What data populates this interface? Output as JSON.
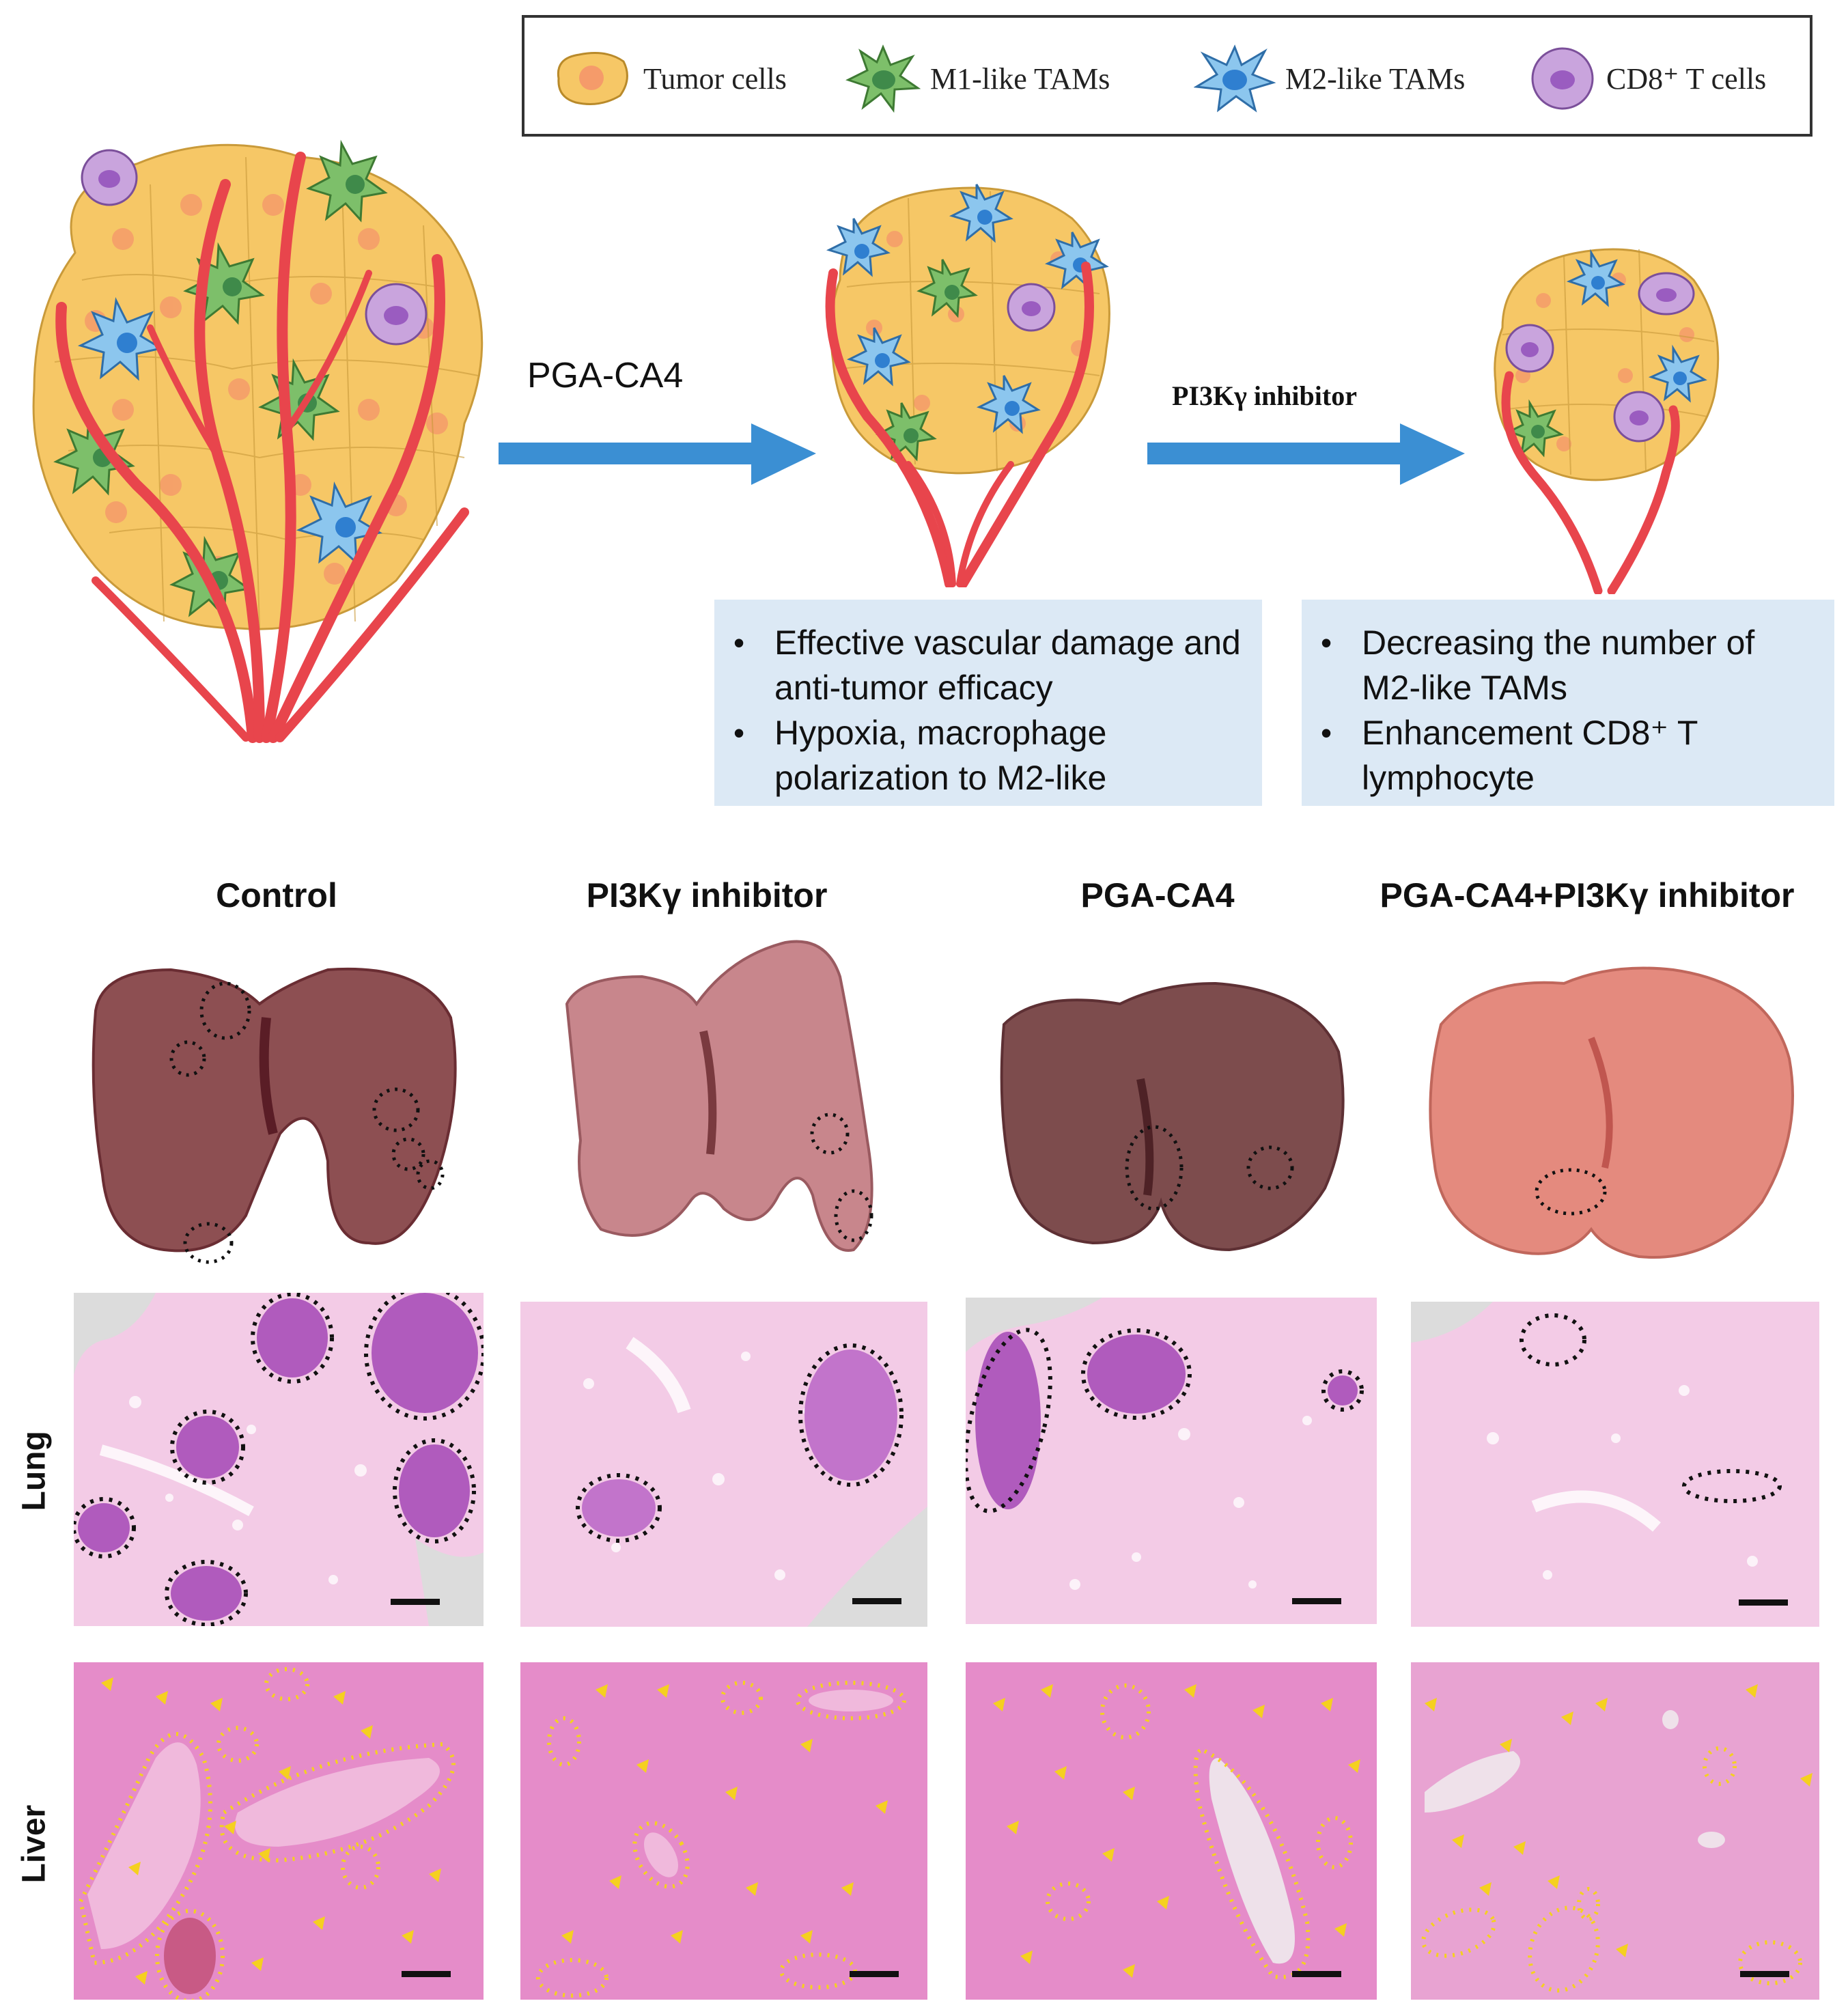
{
  "legend": {
    "items": [
      {
        "label": "Tumor cells",
        "icon": "tumor-cell-icon",
        "color": "#f6c766"
      },
      {
        "label": "M1-like TAMs",
        "icon": "m1-tam-icon",
        "color": "#7dbf6a"
      },
      {
        "label": "M2-like TAMs",
        "icon": "m2-tam-icon",
        "color": "#8cc6ee"
      },
      {
        "label": "CD8⁺ T cells",
        "icon": "cd8-t-cell-icon",
        "color": "#c9a4dd"
      }
    ]
  },
  "schematic": {
    "arrow1_label": "PGA-CA4",
    "arrow2_label": "PI3Kγ inhibitor",
    "box1": {
      "bullets": [
        "Effective vascular damage and anti-tumor efficacy",
        "Hypoxia, macrophage polarization to M2-like"
      ]
    },
    "box2": {
      "bullets": [
        "Decreasing the number of M2-like TAMs",
        "Enhancement CD8⁺ T lymphocyte"
      ]
    },
    "colors": {
      "vessel": "#e8454c",
      "arrow": "#3b8fd3",
      "box_bg": "#dce9f5"
    }
  },
  "columns": [
    "Control",
    "PI3Kγ inhibitor",
    "PGA-CA4",
    "PGA-CA4+PI3Kγ inhibitor"
  ],
  "rows": {
    "lung": "Lung",
    "liver": "Liver"
  },
  "colors": {
    "lung_tissue": "#f3cbe6",
    "liver_tissue": "#e58cc9",
    "lesion_outline_lung": "#111111",
    "lesion_outline_liver": "#f5d020"
  }
}
